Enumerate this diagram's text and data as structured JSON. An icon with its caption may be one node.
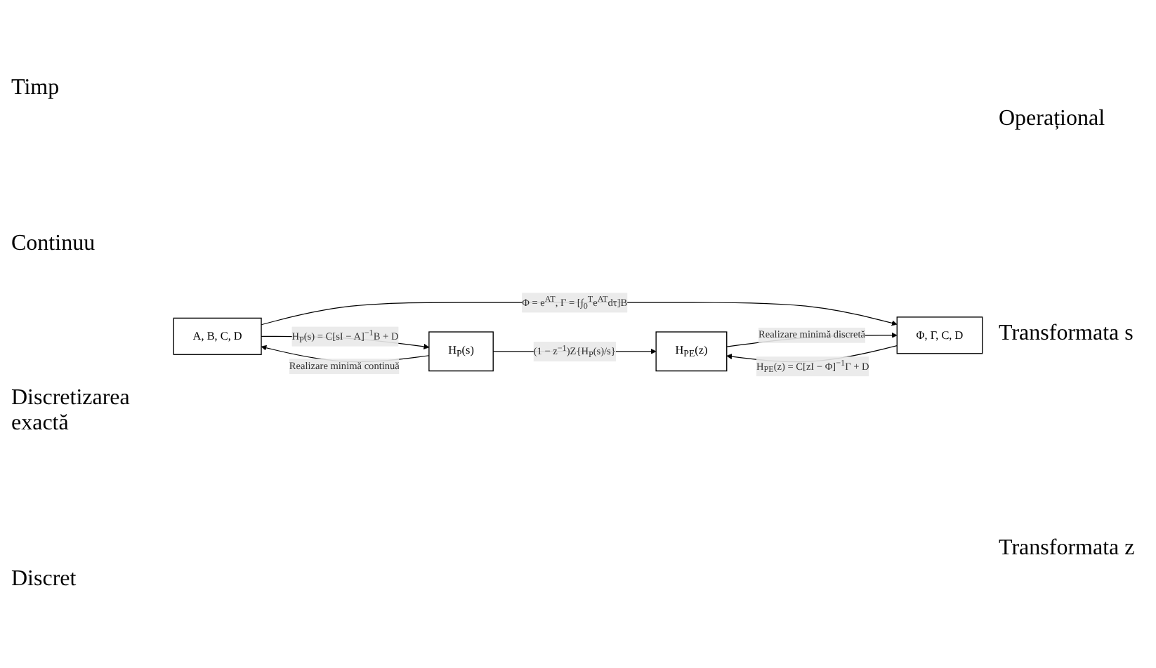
{
  "diagram": {
    "nodes": [
      {
        "text": [
          "A, B, C, D"
        ]
      },
      {
        "text": [
          "H$_{P}$(s)"
        ]
      },
      {
        "text": [
          "Φ, Γ, C, D"
        ]
      },
      {
        "text": [
          "H$_{PE}$(z)"
        ]
      }
    ],
    "edges": [
      {
        "from": 0,
        "to": 1,
        "arrow": "to",
        "label": "H$_{P}$(s) = C[sI − A]$^{−1}$B + D"
      },
      {
        "from": 1,
        "to": 0,
        "arrow": "to",
        "label": "Realizare minimă continuă"
      },
      {
        "from": 0,
        "to": 2,
        "arrow": "to",
        "label": "Φ = e$^{AT}$, Γ = [∫$_{0}$$^{T}$e$^{AT}$dτ]B"
      },
      {
        "from": 1,
        "to": 3,
        "arrow": "to",
        "label": "(1 − z$^{−1}$)Z{H$_{P}$(s)/s}"
      },
      {
        "from": 2,
        "to": 3,
        "arrow": "to",
        "label": "H$_{PE}$(z) = C[zI − Φ]$^{−1}$Γ + D"
      },
      {
        "from": 3,
        "to": 2,
        "arrow": "to",
        "label": "Realizare minimă discretă"
      }
    ],
    "labels": [
      "Timp",
      "Operațional",
      "Continuu",
      "Transformata s",
      "Discretizarea exactă",
      "Transformata z",
      "Discret"
    ]
  }
}
